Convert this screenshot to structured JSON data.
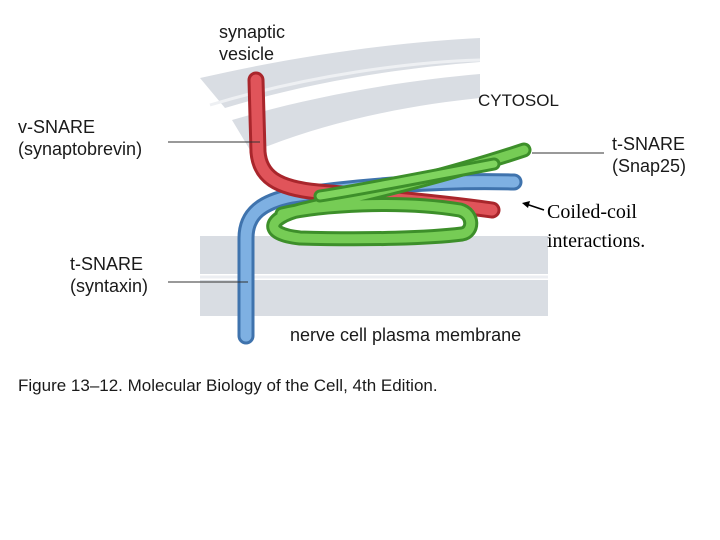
{
  "labels": {
    "synaptic_vesicle_line1": "synaptic",
    "synaptic_vesicle_line2": "vesicle",
    "cytosol": "CYTOSOL",
    "v_snare": "v-SNARE",
    "v_snare_protein": "(synaptobrevin)",
    "t_snare_right": "t-SNARE",
    "t_snare_right_protein": "(Snap25)",
    "t_snare_left": "t-SNARE",
    "t_snare_left_protein": "(syntaxin)",
    "membrane": "nerve cell plasma membrane"
  },
  "annotation": {
    "line1": "Coiled-coil",
    "line2": "interactions."
  },
  "caption": "Figure 13–12. Molecular Biology of the Cell, 4th Edition.",
  "colors": {
    "membrane": "#d9dde3",
    "v_snare_red": "#d9494f",
    "snap25_green": "#6cc34f",
    "syntaxin_blue": "#6fa3d8"
  }
}
